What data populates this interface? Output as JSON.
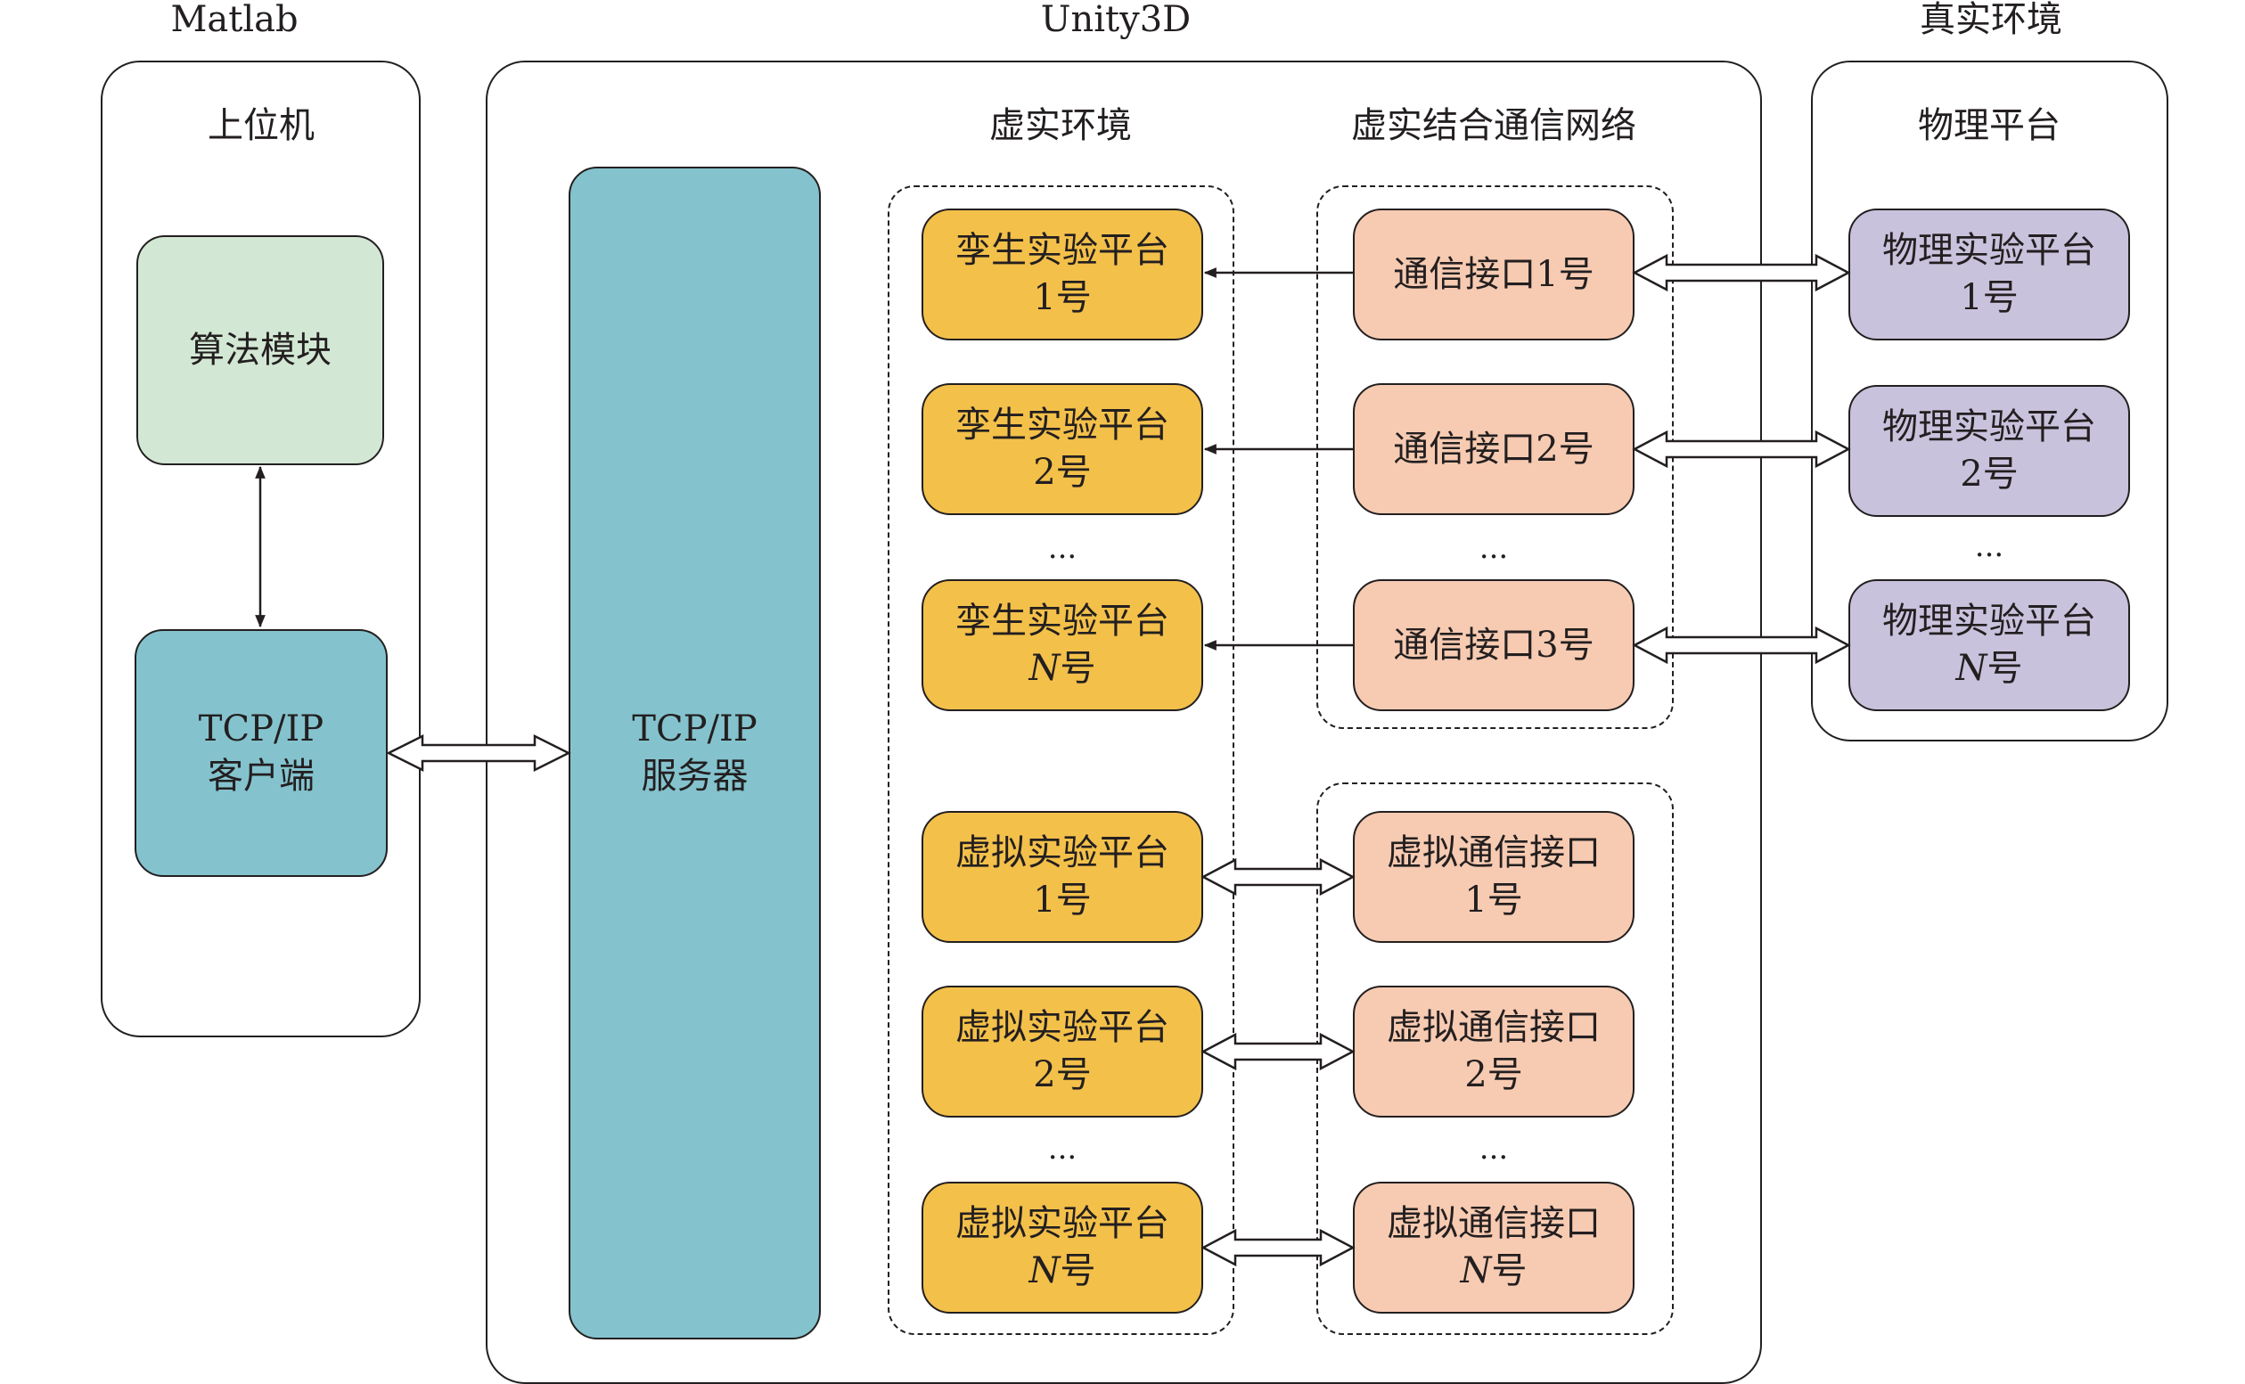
{
  "colors": {
    "algorithm": "#d3e8d4",
    "tcp": "#84c3ce",
    "twin": "#f3c04a",
    "comm": "#f7cbb2",
    "physical": "#c9c2dd",
    "line": "#231f20"
  },
  "matlab": {
    "heading": "Matlab",
    "title": "上位机",
    "algorithm": "算法模块",
    "client": {
      "line1": "TCP/IP",
      "line2": "客户端"
    }
  },
  "unity": {
    "heading": "Unity3D",
    "server": {
      "line1": "TCP/IP",
      "line2": "服务器"
    },
    "virtual_env": {
      "title": "虚实环境",
      "twins": [
        {
          "name": "孪生实验平台",
          "num": "1",
          "suffix": "号"
        },
        {
          "name": "孪生实验平台",
          "num": "2",
          "suffix": "号"
        },
        {
          "name": "孪生实验平台",
          "num": "N",
          "suffix": "号"
        }
      ],
      "twin_ellipsis": "...",
      "virtuals": [
        {
          "name": "虚拟实验平台",
          "num": "1",
          "suffix": "号"
        },
        {
          "name": "虚拟实验平台",
          "num": "2",
          "suffix": "号"
        },
        {
          "name": "虚拟实验平台",
          "num": "N",
          "suffix": "号"
        }
      ],
      "virtual_ellipsis": "..."
    },
    "network": {
      "title": "虚实结合通信网络",
      "interfaces": [
        "通信接口1号",
        "通信接口2号",
        "通信接口3号"
      ],
      "interface_ellipsis": "...",
      "virtual_interfaces": [
        {
          "name": "虚拟通信接口",
          "num": "1",
          "suffix": "号"
        },
        {
          "name": "虚拟通信接口",
          "num": "2",
          "suffix": "号"
        },
        {
          "name": "虚拟通信接口",
          "num": "N",
          "suffix": "号"
        }
      ],
      "virtual_interface_ellipsis": "..."
    }
  },
  "real": {
    "heading": "真实环境",
    "title": "物理平台",
    "platforms": [
      {
        "name": "物理实验平台",
        "num": "1",
        "suffix": "号"
      },
      {
        "name": "物理实验平台",
        "num": "2",
        "suffix": "号"
      },
      {
        "name": "物理实验平台",
        "num": "N",
        "suffix": "号"
      }
    ],
    "ellipsis": "..."
  }
}
